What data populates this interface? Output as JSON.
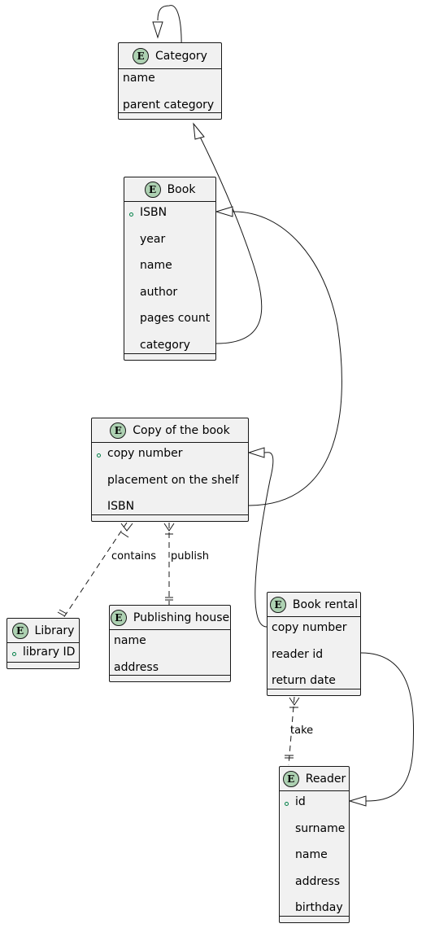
{
  "entities": {
    "category": {
      "title": "Category",
      "fields": [
        "name",
        "parent category"
      ]
    },
    "book": {
      "title": "Book",
      "fields": [
        "ISBN",
        "year",
        "name",
        "author",
        "pages count",
        "category"
      ]
    },
    "copy": {
      "title": "Copy of the book",
      "fields": [
        "copy number",
        "placement on the shelf",
        "ISBN"
      ]
    },
    "library": {
      "title": "Library",
      "fields": [
        "library ID"
      ]
    },
    "publisher": {
      "title": "Publishing house",
      "fields": [
        "name",
        "address"
      ]
    },
    "rental": {
      "title": "Book rental",
      "fields": [
        "copy number",
        "reader id",
        "return date"
      ]
    },
    "reader": {
      "title": "Reader",
      "fields": [
        "id",
        "surname",
        "name",
        "address",
        "birthday"
      ]
    }
  },
  "relations": {
    "contains": "contains",
    "publish": "publish",
    "take": "take"
  }
}
